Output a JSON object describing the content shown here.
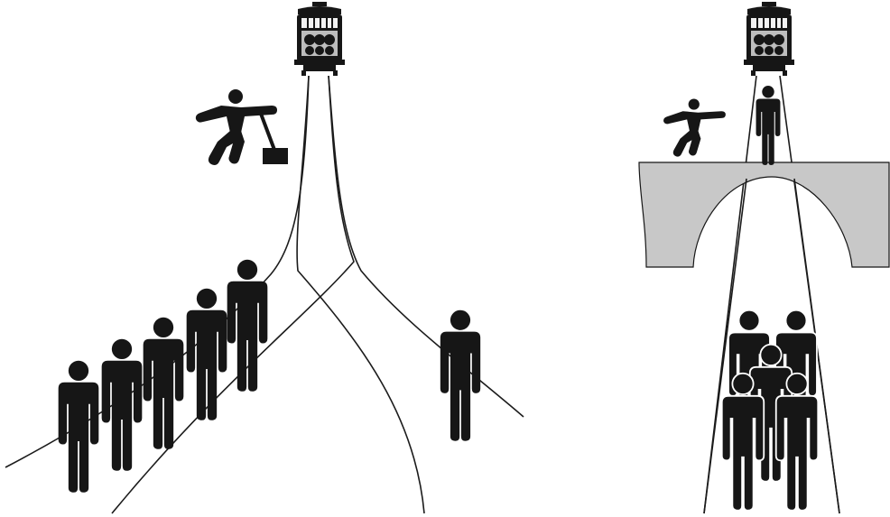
{
  "colors": {
    "background": "#ffffff",
    "ink": "#161616",
    "bridge_fill": "#c8c8c8",
    "trolley_window": "#f2f2f2"
  },
  "scenes": [
    {
      "id": "switch",
      "icons": [
        "trolley-icon",
        "lever-operator-icon",
        "lever-icon",
        "five-people-group",
        "single-person-icon"
      ]
    },
    {
      "id": "footbridge",
      "icons": [
        "trolley-icon",
        "pusher-icon",
        "large-man-icon",
        "bridge-icon",
        "five-people-group"
      ]
    }
  ]
}
